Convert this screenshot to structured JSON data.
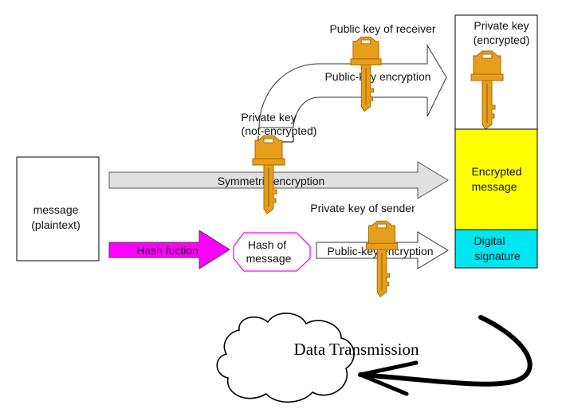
{
  "colors": {
    "key_fill": "#E79E1B",
    "key_stroke": "#A86A00",
    "hash_arrow": "#FF00FF",
    "encrypted_block": "#FFFF00",
    "signature_block": "#00E6F0",
    "gray_arrow": "#E0E0E0"
  },
  "icons": [
    "key-icon",
    "cloud-icon",
    "curved-arrow-icon"
  ],
  "message_box": {
    "line1": "message",
    "line2": "(plaintext)"
  },
  "symmetric_arrow": {
    "label": "Symmetric encryption"
  },
  "hash_arrow": {
    "label": "Hash fuction"
  },
  "hash_box": {
    "line1": "Hash of",
    "line2": "message"
  },
  "public_arrow_bottom": {
    "label": "Public-key encryption"
  },
  "public_arrow_top": {
    "label": "Public-key encryption"
  },
  "labels": {
    "public_key_receiver": "Public key of receiver",
    "private_key_line1": "Private key",
    "private_key_line2": "(not-encrypted)",
    "private_key_sender": "Private key of sender"
  },
  "output_stack": {
    "top_line1": "Private key",
    "top_line2": "(encrypted)",
    "middle_line1": "Encrypted",
    "middle_line2": "message",
    "bottom_line1": "Digital",
    "bottom_line2": "signature"
  },
  "transmission": {
    "label": "Data Transmission"
  }
}
